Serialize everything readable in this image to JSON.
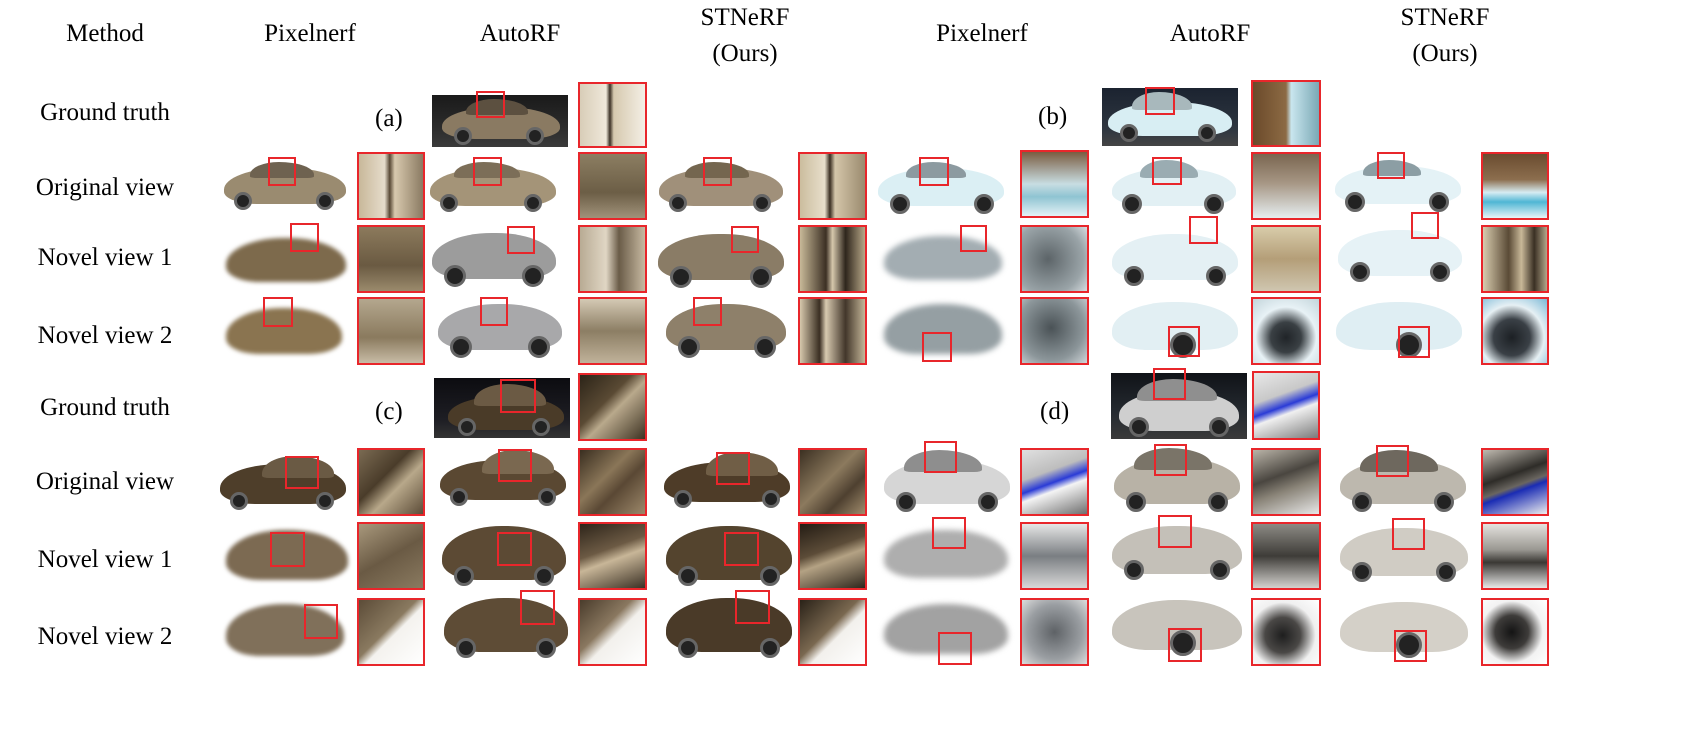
{
  "header": {
    "method": "Method",
    "col_pixelnerf": "Pixelnerf",
    "col_autorf": "AutoRF",
    "col_stnerf_1": "STNeRF",
    "col_stnerf_2": "(Ours)"
  },
  "row_labels": {
    "ground_truth": "Ground truth",
    "original_view": "Original view",
    "novel_view_1": "Novel view 1",
    "novel_view_2": "Novel view 2"
  },
  "panel_tags": {
    "a": "(a)",
    "b": "(b)",
    "c": "(c)",
    "d": "(d)"
  },
  "colors": {
    "box_red": "#e8262b",
    "car_a": "#8a7a62",
    "car_b": "#d8eef3",
    "car_c": "#4a3b28",
    "car_d": "#cfcfcf"
  }
}
